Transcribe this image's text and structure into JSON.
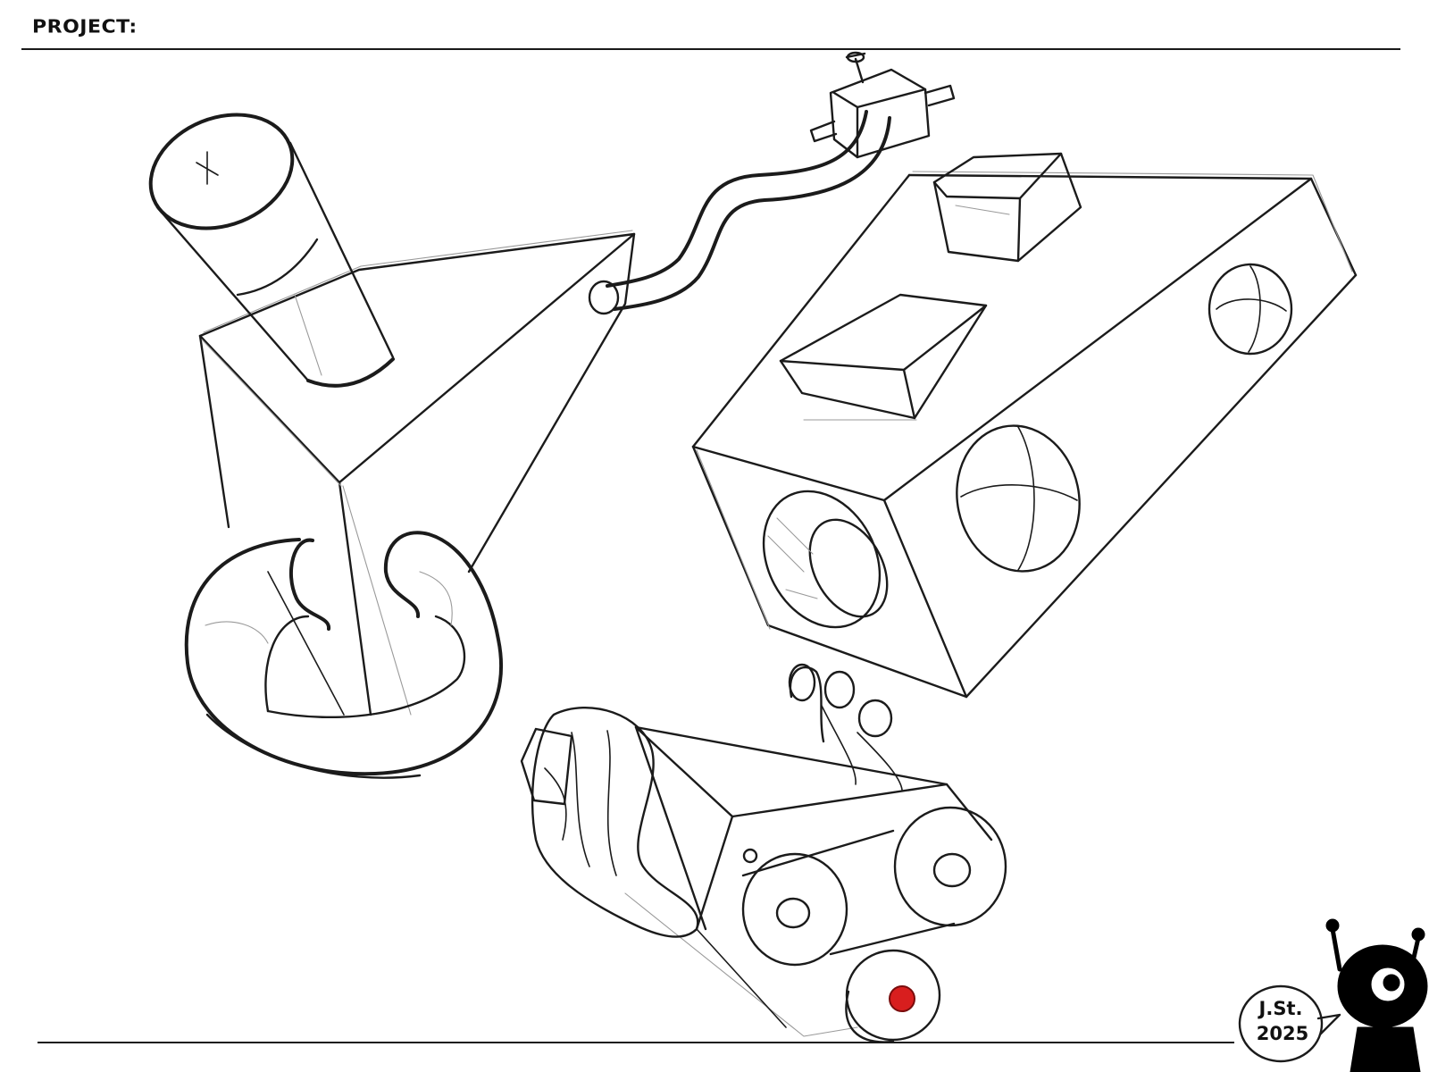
{
  "header": {
    "project_label": "PROJECT:"
  },
  "signature": {
    "initials": "J.St.",
    "year": "2025"
  },
  "colors": {
    "ink": "#1b1b1b",
    "paper": "#ffffff",
    "accent_red": "#d81e1e",
    "mascot": "#000000"
  },
  "icons": {
    "mascot": "robot-mascot-icon"
  }
}
